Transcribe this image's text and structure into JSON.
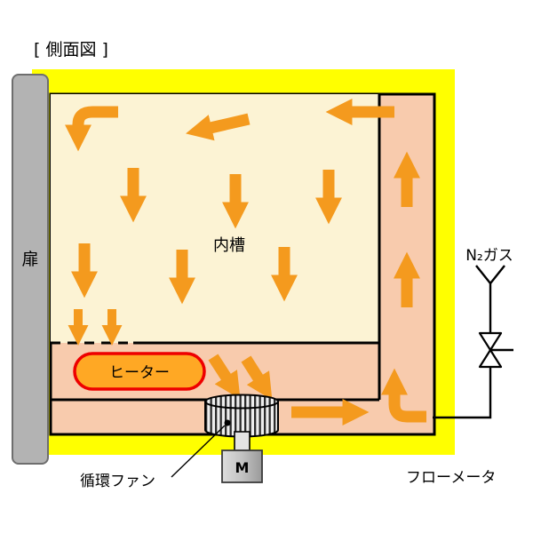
{
  "title": "[ 側面図 ]",
  "labels": {
    "door": "扉",
    "inner_chamber": "内槽",
    "heater": "ヒーター",
    "circulation_fan": "循環ファン",
    "n2_gas": "N₂ガス",
    "flow_meter": "フローメータ",
    "motor": "M"
  },
  "icons": {
    "valve": "gate-valve-symbol",
    "fan": "striped-blower-cylinder",
    "motor": "motor-box"
  },
  "colors": {
    "insulation": "#FFFF00",
    "duct": "#F8CBAD",
    "chamber": "#FCF3D4",
    "arrow": "#F49A1E",
    "heater-fill": "#FFA824",
    "heater-border": "#EE0000",
    "door": "#B3B3B3",
    "outline": "#000000"
  }
}
